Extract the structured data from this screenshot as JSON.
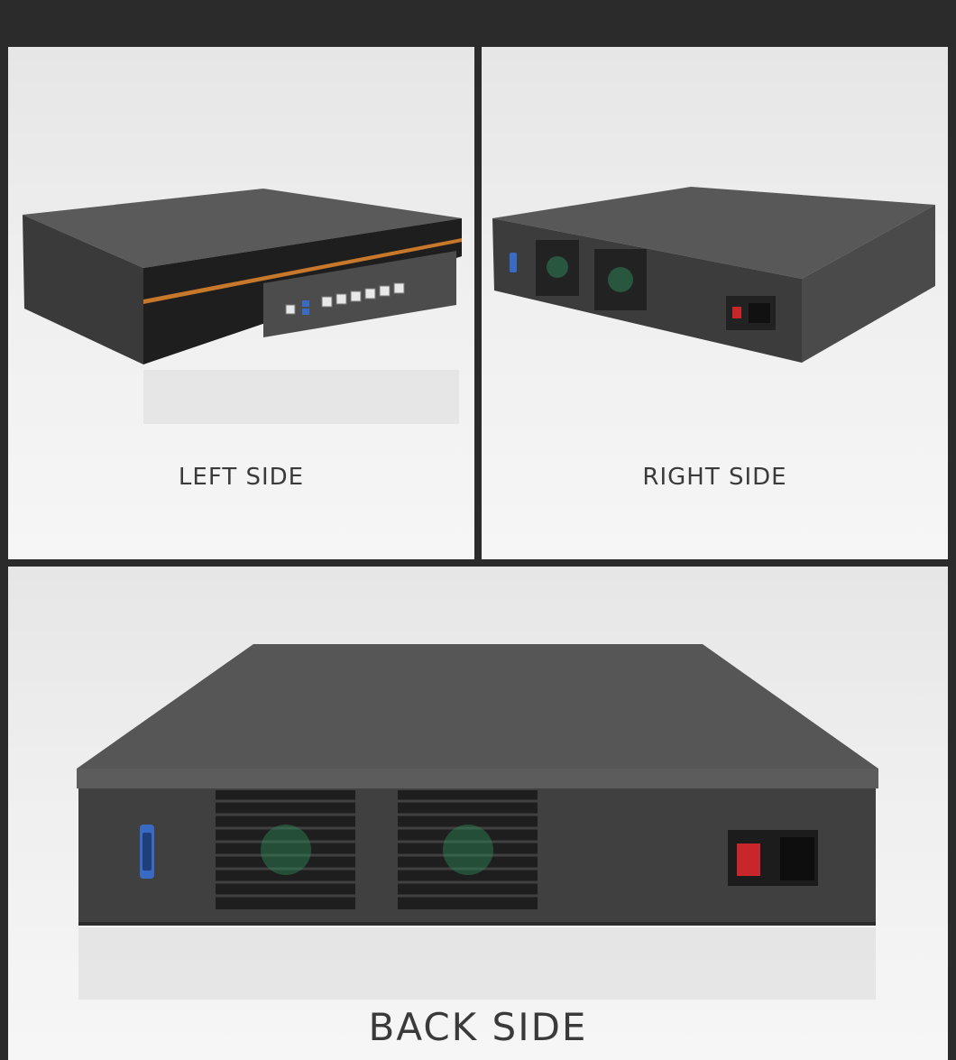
{
  "views": {
    "left": {
      "caption": "LEFT SIDE"
    },
    "right": {
      "caption": "RIGHT SIDE"
    },
    "back": {
      "caption": "BACK  SIDE"
    }
  },
  "colors": {
    "background": "#2b2b2b",
    "chassis": "#4a4a4a",
    "accent_stripe": "#c8782a",
    "vga_port": "#3a6bc4",
    "power_switch": "#c8262a",
    "fan_glow": "#2e8a5a"
  },
  "icons": [
    "vga-port-icon",
    "power-switch-icon",
    "power-socket-icon",
    "ethernet-port-icon",
    "usb-port-icon",
    "fan-vent-icon"
  ]
}
